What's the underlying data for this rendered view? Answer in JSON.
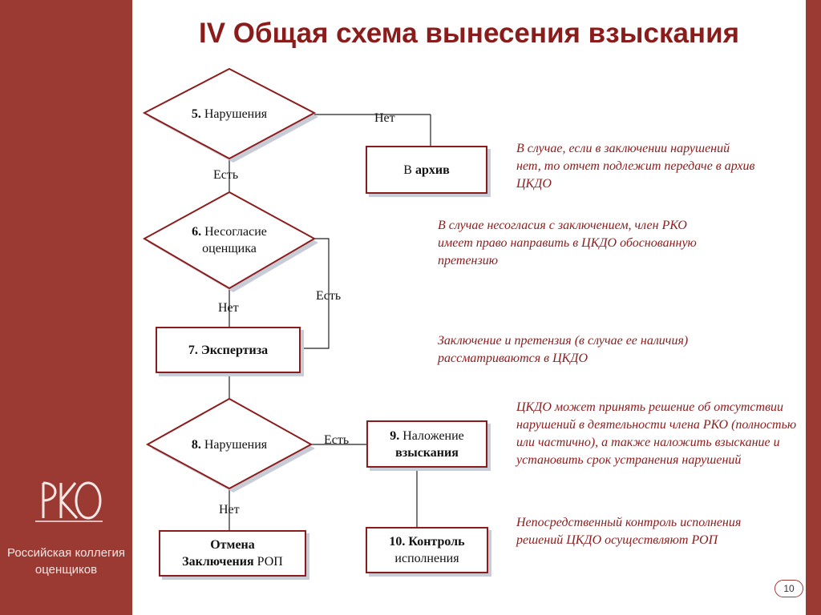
{
  "slide": {
    "title": "IV Общая схема вынесения взыскания",
    "page_number": "10"
  },
  "branding": {
    "logo_lettering": "РКО",
    "org_name_line1": "Российская коллегия",
    "org_name_line2": "оценщиков"
  },
  "colors": {
    "brand": "#9b3a33",
    "title": "#8b1c1c",
    "shadow": "#c7ccd6"
  },
  "flow": {
    "d5": {
      "num": "5.",
      "text": "Нарушения"
    },
    "d6": {
      "num": "6.",
      "line1": "Несогласие",
      "line2": "оценщика"
    },
    "d8": {
      "num": "8.",
      "text": "Нарушения"
    },
    "archive": {
      "prefix": "В",
      "bold": "архив"
    },
    "expertise": {
      "text": "7. Экспертиза"
    },
    "penalty": {
      "num": "9.",
      "line1": "Наложение",
      "line2": "взыскания"
    },
    "control": {
      "line1": "10. Контроль",
      "line2": "исполнения"
    },
    "cancel": {
      "line1": "Отмена",
      "line2_bold": "Заключения",
      "line2_rest": "РОП"
    },
    "labels": {
      "d5_no": "Нет",
      "d5_yes": "Есть",
      "d6_yes": "Есть",
      "d6_no": "Нет",
      "d8_yes": "Есть",
      "d8_no": "Нет"
    }
  },
  "notes": {
    "note1": "В случае, если в заключении нарушений нет, то отчет подлежит передаче в архив ЦКДО",
    "note2": "В случае несогласия с заключением, член РКО имеет право направить в ЦКДО обоснованную претензию",
    "note3": "Заключение и претензия (в случае ее наличия) рассматриваются в ЦКДО",
    "note4": "ЦКДО может принять решение об отсутствии нарушений в деятельности члена РКО (полностью или частично), а также наложить взыскание и установить срок устранения нарушений",
    "note5": "Непосредственный контроль исполнения решений ЦКДО осуществляют РОП"
  }
}
